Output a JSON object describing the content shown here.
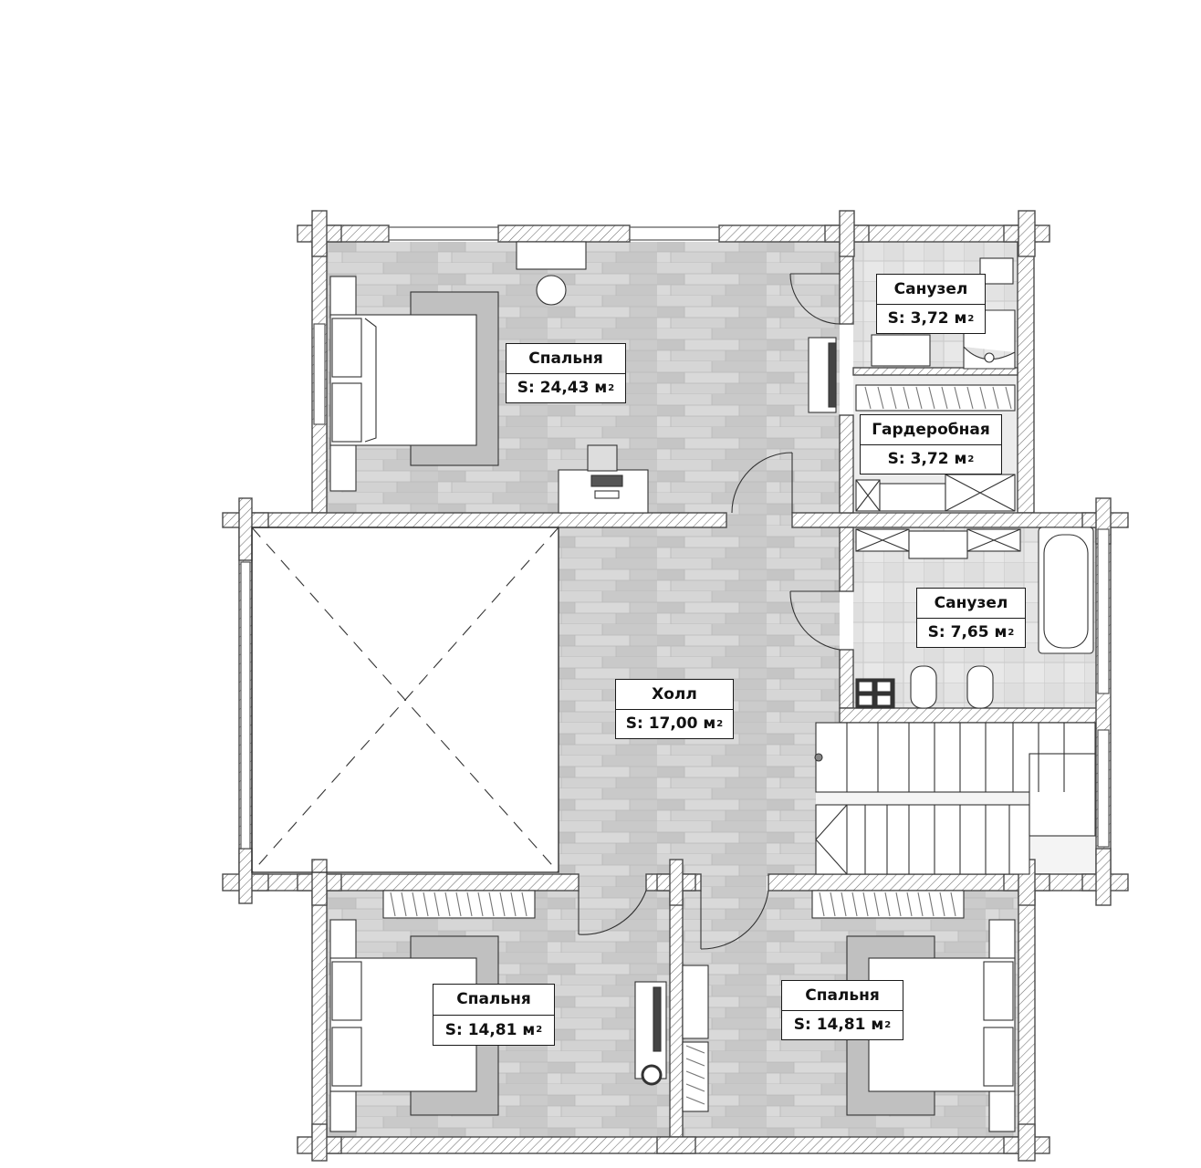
{
  "plan": {
    "area_prefix": "S:",
    "area_unit": "м",
    "area_power": "2",
    "rooms": [
      {
        "id": "bedroom-main",
        "name": "Спальня",
        "area": "24,43"
      },
      {
        "id": "bathroom-small",
        "name": "Санузел",
        "area": "3,72"
      },
      {
        "id": "wardrobe",
        "name": "Гардеробная",
        "area": "3,72"
      },
      {
        "id": "bathroom-large",
        "name": "Санузел",
        "area": "7,65"
      },
      {
        "id": "hall",
        "name": "Холл",
        "area": "17,00"
      },
      {
        "id": "bedroom-left",
        "name": "Спальня",
        "area": "14,81"
      },
      {
        "id": "bedroom-right",
        "name": "Спальня",
        "area": "14,81"
      }
    ]
  }
}
